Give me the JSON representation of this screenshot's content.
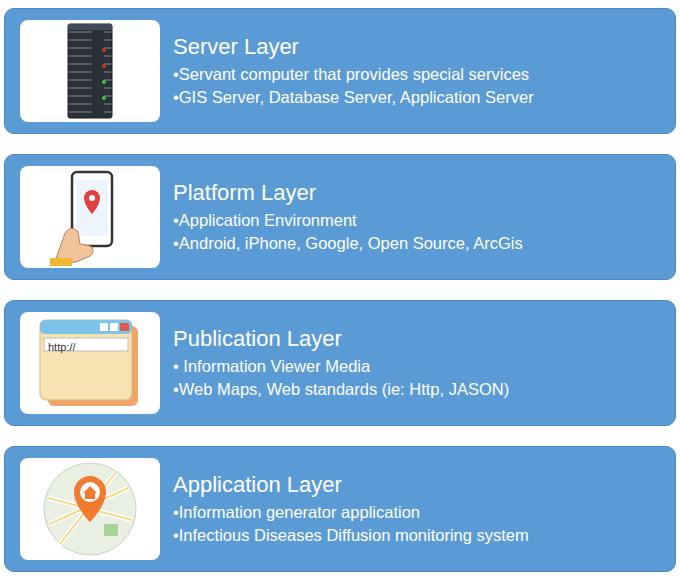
{
  "diagram": {
    "nodes": [
      {
        "text": [
          "Server Layer",
          "•Servant computer that provides special services",
          "•GIS Server, Database Server, Application Server"
        ]
      },
      {
        "text": [
          "Platform Layer",
          "•Application Environment",
          "•Android, iPhone, Google, Open Source, ArcGis"
        ]
      },
      {
        "text": [
          "Publication Layer",
          "• Information Viewer Media",
          "•Web Maps, Web standards (ie: Http, JASON)"
        ]
      },
      {
        "text": [
          "Application Layer",
          "•Information generator application",
          "•Infectious Diseases Diffusion monitoring system"
        ]
      }
    ],
    "labels": [
      "http://"
    ]
  }
}
